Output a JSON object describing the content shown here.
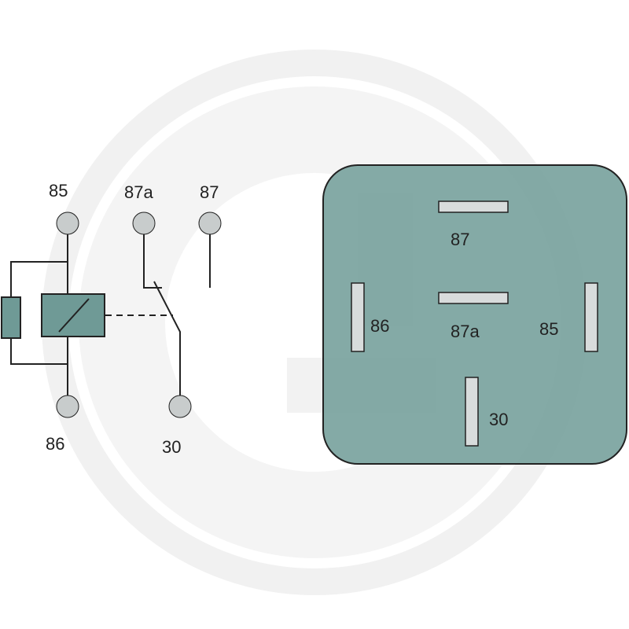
{
  "colors": {
    "background": "#ffffff",
    "watermark": "#f2f2f2",
    "line": "#222222",
    "terminal": "#c8cccc",
    "coil": "#6f9a96",
    "relay_body": "#7aa39e",
    "pin": "#d8dcdc"
  },
  "watermark": {
    "icon": "circle-logo-watermark"
  },
  "schematic": {
    "terminals": {
      "t85": "85",
      "t87a": "87a",
      "t87": "87",
      "t86": "86",
      "t30": "30"
    }
  },
  "relay_footprint": {
    "pins": {
      "p87": "87",
      "p87a": "87a",
      "p86": "86",
      "p85": "85",
      "p30": "30"
    }
  }
}
